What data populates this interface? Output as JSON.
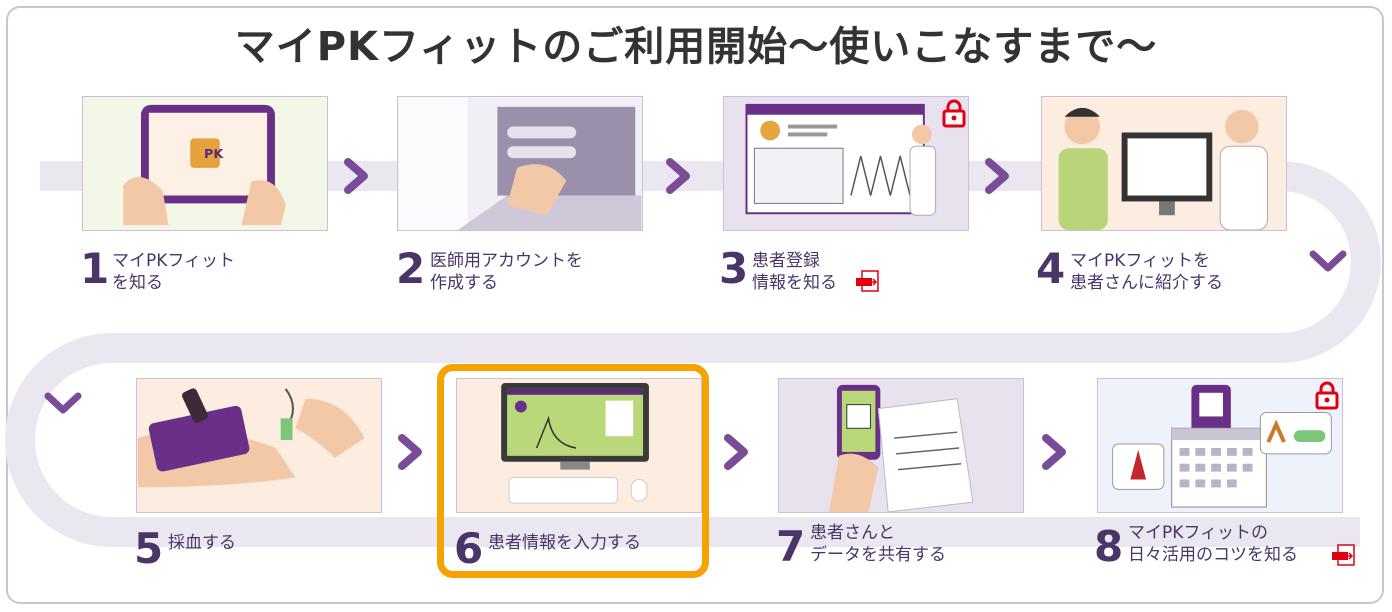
{
  "title": "マイPKフィットのご利用開始～使いこなすまで～",
  "colors": {
    "accent": "#4a3569",
    "track": "#ebe7f0",
    "chevron": "#7a4b98",
    "highlight": "#f5a300",
    "lock": "#e10012"
  },
  "steps": [
    {
      "num": "1",
      "line1": "マイPKフィット",
      "line2": "を知る",
      "icon": "tablet-illustration"
    },
    {
      "num": "2",
      "line1": "医師用アカウントを",
      "line2": "作成する",
      "icon": "laptop-illustration"
    },
    {
      "num": "3",
      "line1": "患者登録",
      "line2": "情報を知る",
      "icon": "doctor-presentation-illustration",
      "locked": true,
      "pdf": true
    },
    {
      "num": "4",
      "line1": "マイPKフィットを",
      "line2": "患者さんに紹介する",
      "icon": "consultation-illustration"
    },
    {
      "num": "5",
      "line1": "採血する",
      "line2": "",
      "icon": "blood-sampling-illustration"
    },
    {
      "num": "6",
      "line1": "患者情報を入力する",
      "line2": "",
      "icon": "monitor-illustration",
      "highlighted": true
    },
    {
      "num": "7",
      "line1": "患者さんと",
      "line2": "データを共有する",
      "icon": "phone-share-illustration"
    },
    {
      "num": "8",
      "line1": "マイPKフィットの",
      "line2": "日々活用のコツを知る",
      "icon": "calendar-illustration",
      "locked": true,
      "pdf": true
    }
  ],
  "icons": {
    "lock": "lock-icon",
    "pdf": "pdf-icon",
    "chevron": "chevron-right-icon"
  }
}
